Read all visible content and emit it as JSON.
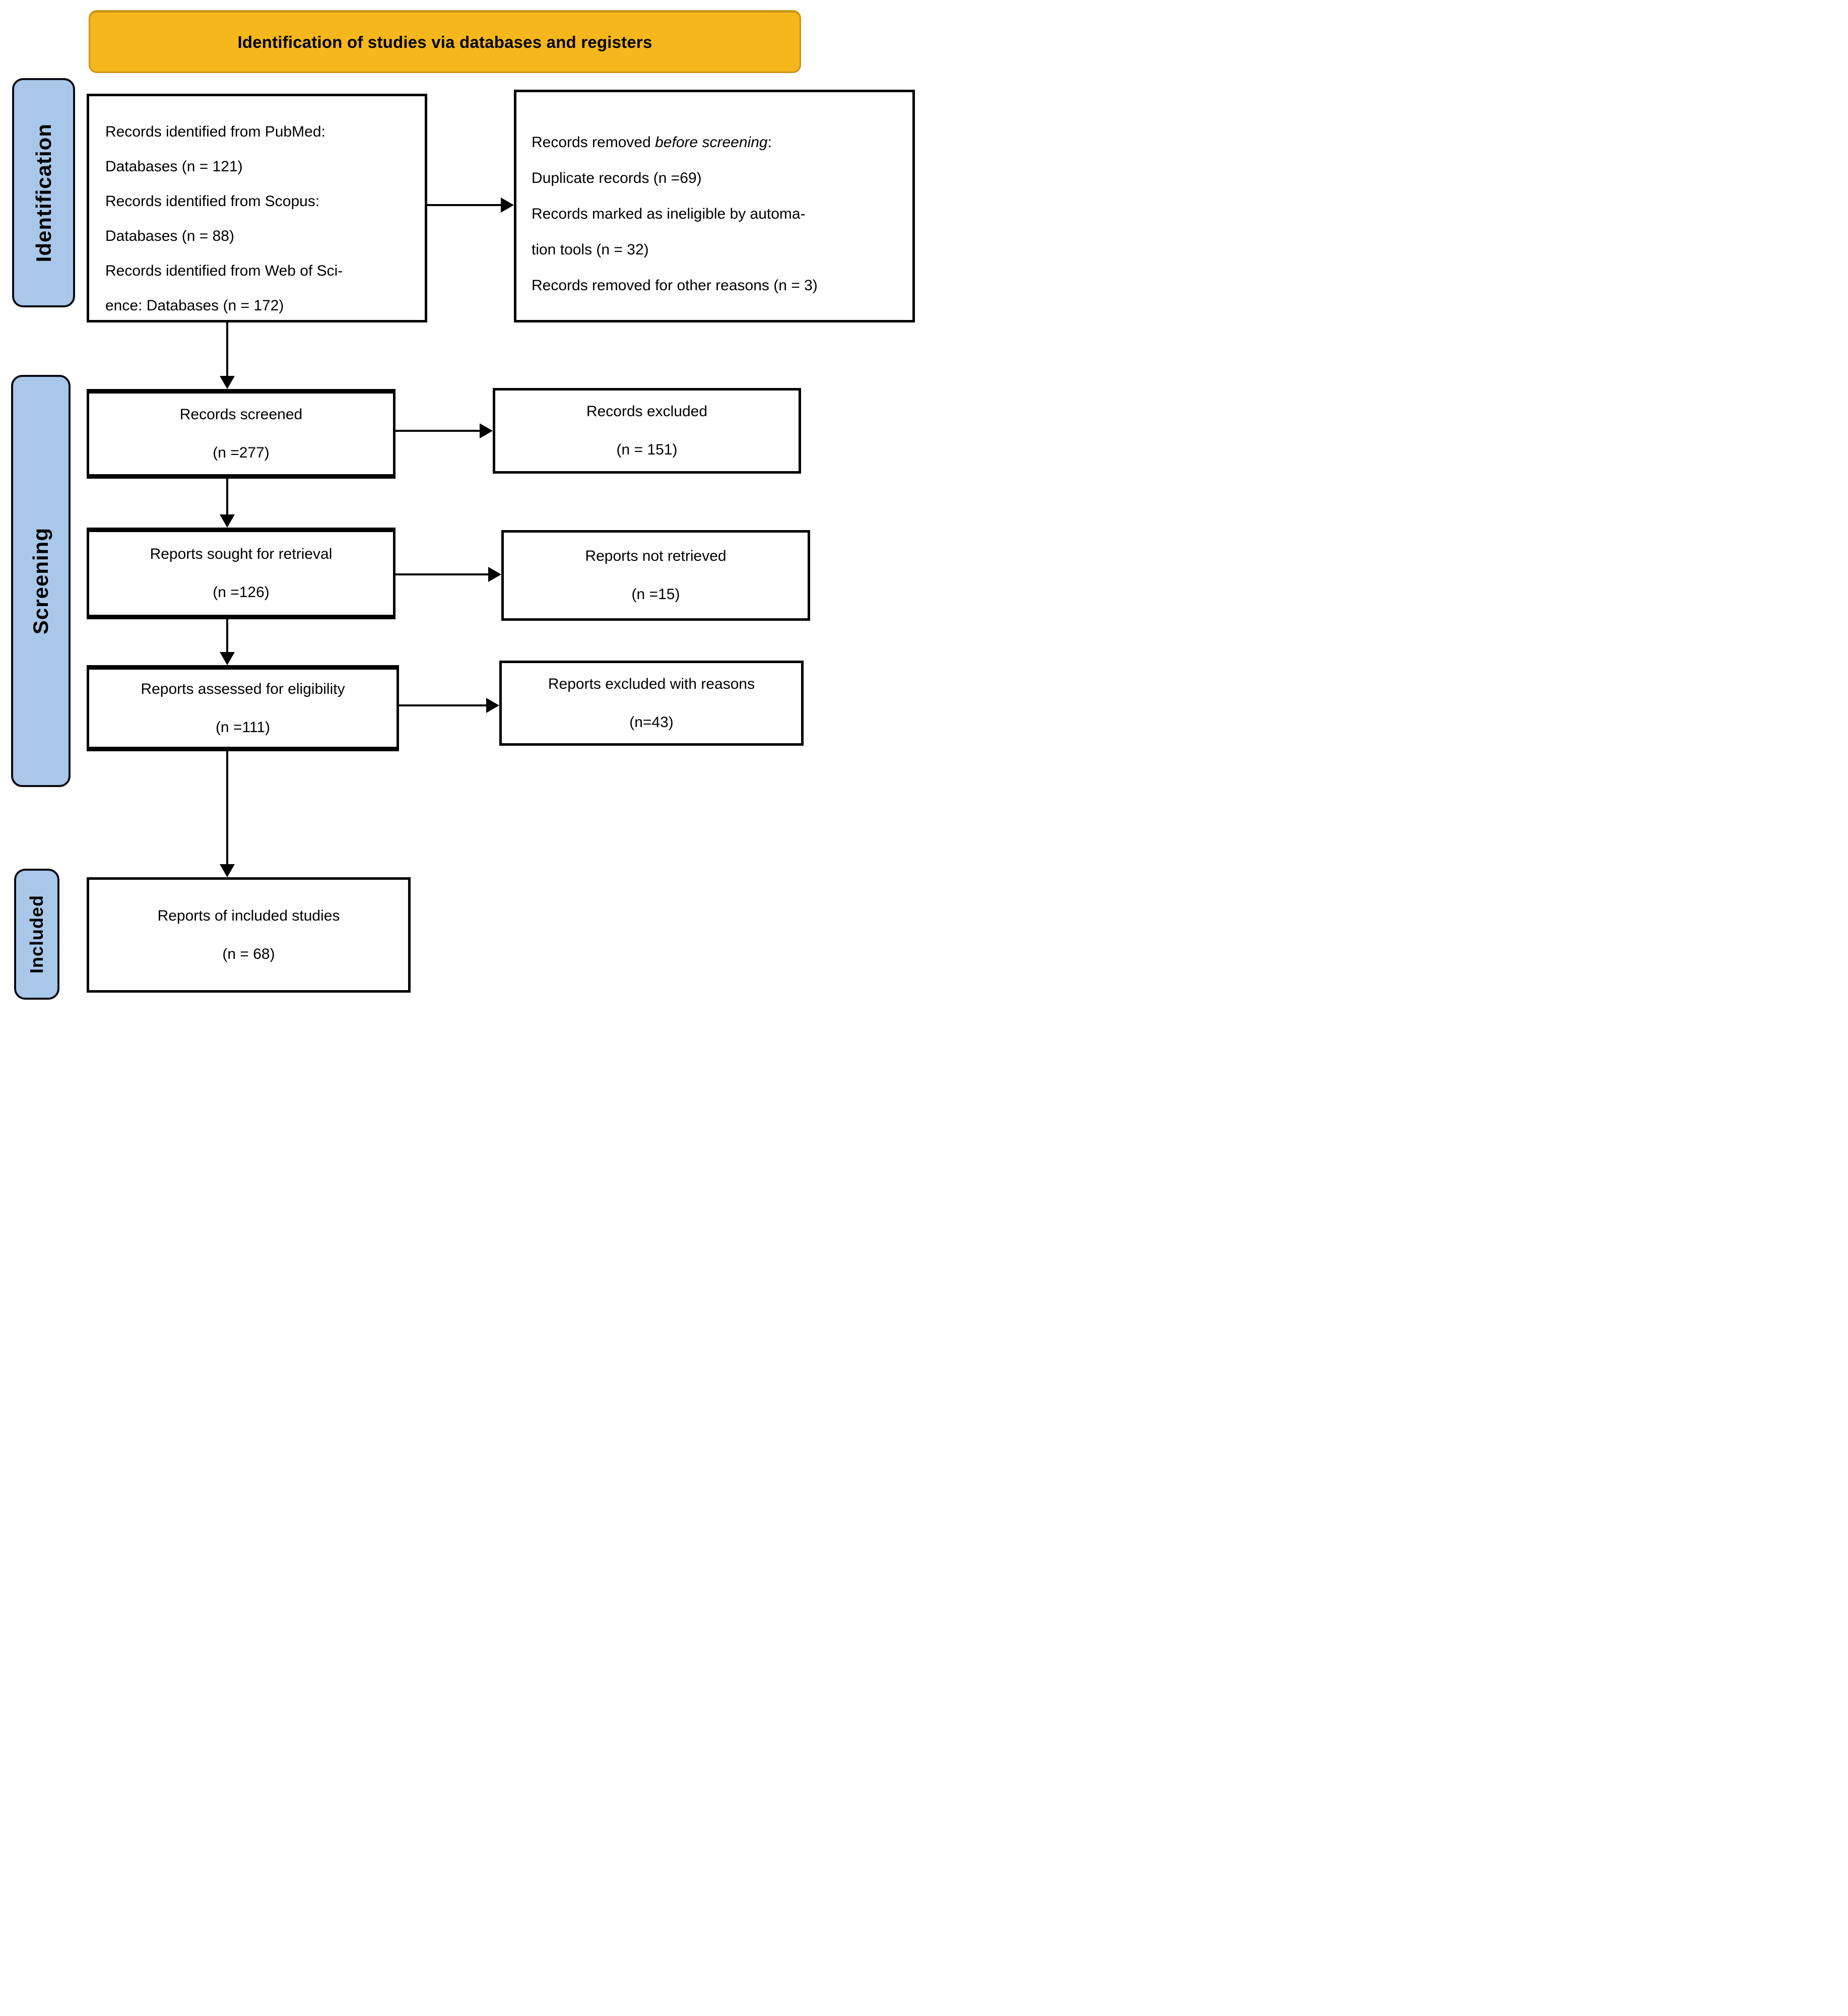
{
  "banner": {
    "title": "Identification of studies via databases and registers"
  },
  "sidebar": {
    "identification": "Identification",
    "screening": "Screening",
    "included": "Included"
  },
  "colors": {
    "banner_bg": "#F5B71B",
    "banner_border": "#C8951C",
    "sidebar_bg": "#A9C8E9",
    "box_border": "#000000",
    "text": "#000000"
  },
  "boxes": {
    "identified": {
      "lines": [
        "Records identified from PubMed:",
        "Databases (n = 121)",
        "Records identified from Scopus:",
        "Databases (n = 88)",
        "Records identified from Web of Sci-",
        "ence: Databases (n = 172)"
      ]
    },
    "removed": {
      "line1": {
        "prefix": "Records removed ",
        "italic": "before screening",
        "suffix": ":"
      },
      "lines": [
        "Duplicate records (n =69)",
        "Records marked as ineligible by automa-",
        "tion tools (n = 32)",
        "Records removed for other reasons (n = 3)"
      ]
    },
    "screened": {
      "label": "Records screened",
      "count": "(n =277)"
    },
    "excluded": {
      "label": "Records excluded",
      "count": "(n = 151)"
    },
    "sought": {
      "label": "Reports sought for retrieval",
      "count": "(n =126)"
    },
    "not_retrieved": {
      "label": "Reports not retrieved",
      "count": "(n =15)"
    },
    "assessed": {
      "label": "Reports assessed for eligibility",
      "count": "(n =111)"
    },
    "excluded_reasons": {
      "label": "Reports excluded with reasons",
      "count": "(n=43)"
    },
    "included_reports": {
      "label": "Reports of included studies",
      "count": "(n = 68)"
    }
  }
}
